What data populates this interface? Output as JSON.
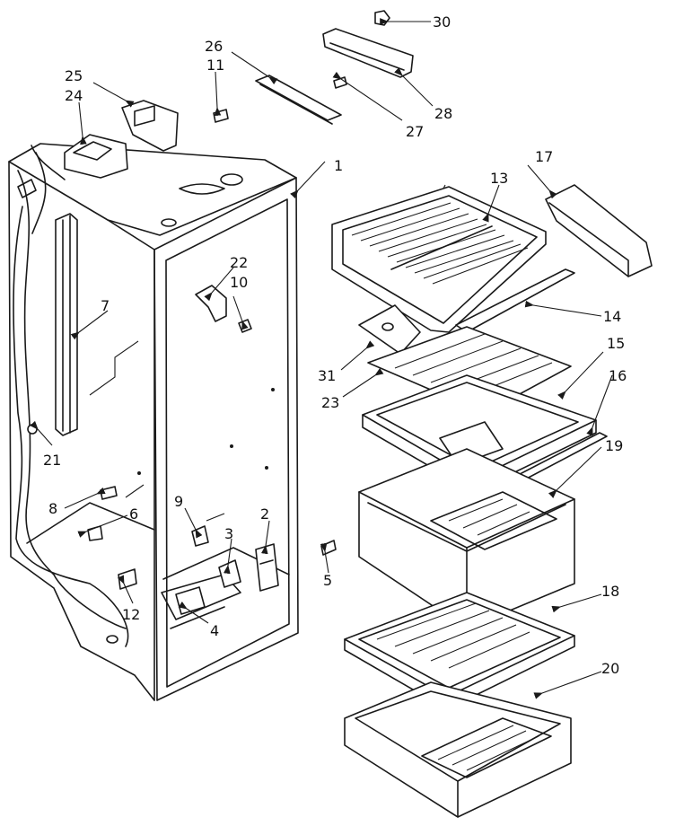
{
  "diagram": {
    "callouts": {
      "c1": "1",
      "c2": "2",
      "c3": "3",
      "c4": "4",
      "c5": "5",
      "c6": "6",
      "c7": "7",
      "c8": "8",
      "c9": "9",
      "c10": "10",
      "c11": "11",
      "c12": "12",
      "c13": "13",
      "c14": "14",
      "c15": "15",
      "c16": "16",
      "c17": "17",
      "c18": "18",
      "c19": "19",
      "c20": "20",
      "c21": "21",
      "c22": "22",
      "c23": "23",
      "c24": "24",
      "c25": "25",
      "c26": "26",
      "c27": "27",
      "c28": "28",
      "c30": "30",
      "c31": "31"
    },
    "colors": {
      "ink": "#1a1a1a",
      "paper": "#ffffff"
    }
  }
}
